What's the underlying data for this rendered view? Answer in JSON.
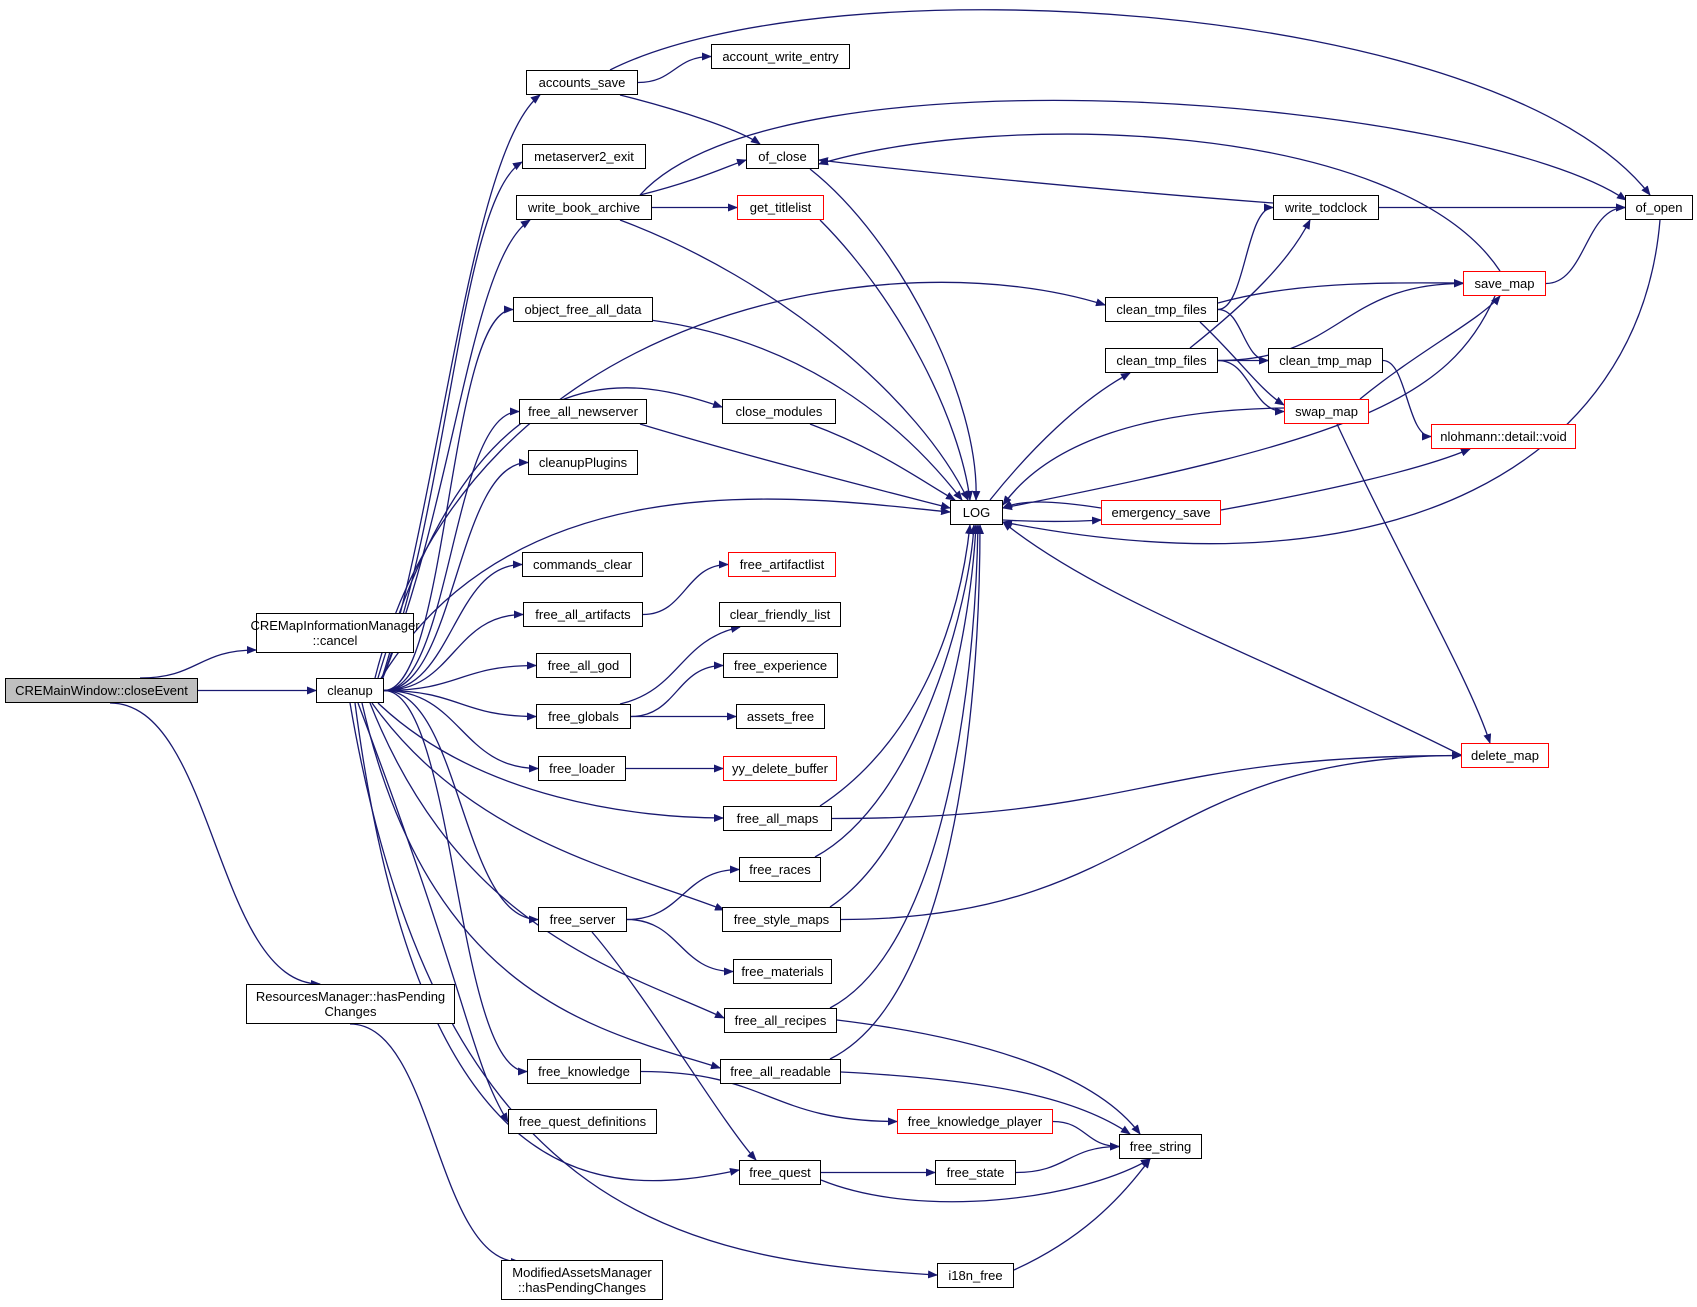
{
  "diagram": {
    "edge_color": "#191970",
    "external_border_color": "#ff0000",
    "root_fill_color": "#bfbfbf",
    "nodes": [
      {
        "id": "closeEvent",
        "lines": [
          "CREMainWindow::closeEvent"
        ],
        "style": "root"
      },
      {
        "id": "cancel",
        "lines": [
          "CREMapInformationManager",
          "::cancel"
        ],
        "style": "normal"
      },
      {
        "id": "cleanup",
        "lines": [
          "cleanup"
        ],
        "style": "normal"
      },
      {
        "id": "hasPendingRes",
        "lines": [
          "ResourcesManager::hasPending",
          "Changes"
        ],
        "style": "normal"
      },
      {
        "id": "hasPendingMod",
        "lines": [
          "ModifiedAssetsManager",
          "::hasPendingChanges"
        ],
        "style": "normal"
      },
      {
        "id": "accounts_save",
        "lines": [
          "accounts_save"
        ],
        "style": "normal"
      },
      {
        "id": "account_write_entry",
        "lines": [
          "account_write_entry"
        ],
        "style": "normal"
      },
      {
        "id": "metaserver2_exit",
        "lines": [
          "metaserver2_exit"
        ],
        "style": "normal"
      },
      {
        "id": "of_close",
        "lines": [
          "of_close"
        ],
        "style": "normal"
      },
      {
        "id": "write_book_archive",
        "lines": [
          "write_book_archive"
        ],
        "style": "normal"
      },
      {
        "id": "get_titlelist",
        "lines": [
          "get_titlelist"
        ],
        "style": "red"
      },
      {
        "id": "object_free_all_data",
        "lines": [
          "object_free_all_data"
        ],
        "style": "normal"
      },
      {
        "id": "free_all_newserver",
        "lines": [
          "free_all_newserver"
        ],
        "style": "normal"
      },
      {
        "id": "close_modules",
        "lines": [
          "close_modules"
        ],
        "style": "normal"
      },
      {
        "id": "cleanupPlugins",
        "lines": [
          "cleanupPlugins"
        ],
        "style": "normal"
      },
      {
        "id": "commands_clear",
        "lines": [
          "commands_clear"
        ],
        "style": "normal"
      },
      {
        "id": "free_all_artifacts",
        "lines": [
          "free_all_artifacts"
        ],
        "style": "normal"
      },
      {
        "id": "free_artifactlist",
        "lines": [
          "free_artifactlist"
        ],
        "style": "red"
      },
      {
        "id": "free_all_god",
        "lines": [
          "free_all_god"
        ],
        "style": "normal"
      },
      {
        "id": "free_globals",
        "lines": [
          "free_globals"
        ],
        "style": "normal"
      },
      {
        "id": "clear_friendly_list",
        "lines": [
          "clear_friendly_list"
        ],
        "style": "normal"
      },
      {
        "id": "free_experience",
        "lines": [
          "free_experience"
        ],
        "style": "normal"
      },
      {
        "id": "assets_free",
        "lines": [
          "assets_free"
        ],
        "style": "normal"
      },
      {
        "id": "free_loader",
        "lines": [
          "free_loader"
        ],
        "style": "normal"
      },
      {
        "id": "yy_delete_buffer",
        "lines": [
          "yy_delete_buffer"
        ],
        "style": "red"
      },
      {
        "id": "free_all_maps",
        "lines": [
          "free_all_maps"
        ],
        "style": "normal"
      },
      {
        "id": "free_races",
        "lines": [
          "free_races"
        ],
        "style": "normal"
      },
      {
        "id": "free_server",
        "lines": [
          "free_server"
        ],
        "style": "normal"
      },
      {
        "id": "free_style_maps",
        "lines": [
          "free_style_maps"
        ],
        "style": "normal"
      },
      {
        "id": "free_materials",
        "lines": [
          "free_materials"
        ],
        "style": "normal"
      },
      {
        "id": "free_all_recipes",
        "lines": [
          "free_all_recipes"
        ],
        "style": "normal"
      },
      {
        "id": "free_knowledge",
        "lines": [
          "free_knowledge"
        ],
        "style": "normal"
      },
      {
        "id": "free_all_readable",
        "lines": [
          "free_all_readable"
        ],
        "style": "normal"
      },
      {
        "id": "free_quest_definitions",
        "lines": [
          "free_quest_definitions"
        ],
        "style": "normal"
      },
      {
        "id": "free_quest",
        "lines": [
          "free_quest"
        ],
        "style": "normal"
      },
      {
        "id": "free_state",
        "lines": [
          "free_state"
        ],
        "style": "normal"
      },
      {
        "id": "free_knowledge_player",
        "lines": [
          "free_knowledge_player"
        ],
        "style": "red"
      },
      {
        "id": "free_string",
        "lines": [
          "free_string"
        ],
        "style": "normal"
      },
      {
        "id": "i18n_free",
        "lines": [
          "i18n_free"
        ],
        "style": "normal"
      },
      {
        "id": "LOG",
        "lines": [
          "LOG"
        ],
        "style": "normal"
      },
      {
        "id": "emergency_save",
        "lines": [
          "emergency_save"
        ],
        "style": "red"
      },
      {
        "id": "clean_tmp_files_1",
        "lines": [
          "clean_tmp_files"
        ],
        "style": "normal"
      },
      {
        "id": "clean_tmp_files_2",
        "lines": [
          "clean_tmp_files"
        ],
        "style": "normal"
      },
      {
        "id": "clean_tmp_map",
        "lines": [
          "clean_tmp_map"
        ],
        "style": "normal"
      },
      {
        "id": "swap_map",
        "lines": [
          "swap_map"
        ],
        "style": "red"
      },
      {
        "id": "write_todclock",
        "lines": [
          "write_todclock"
        ],
        "style": "normal"
      },
      {
        "id": "save_map",
        "lines": [
          "save_map"
        ],
        "style": "red"
      },
      {
        "id": "nlohmann_void",
        "lines": [
          "nlohmann::detail::void"
        ],
        "style": "red"
      },
      {
        "id": "of_open",
        "lines": [
          "of_open"
        ],
        "style": "normal"
      },
      {
        "id": "delete_map",
        "lines": [
          "delete_map"
        ],
        "style": "red"
      }
    ],
    "edges": [
      [
        "closeEvent",
        "cancel"
      ],
      [
        "closeEvent",
        "cleanup"
      ],
      [
        "closeEvent",
        "hasPendingRes"
      ],
      [
        "hasPendingRes",
        "hasPendingMod"
      ],
      [
        "cleanup",
        "accounts_save"
      ],
      [
        "cleanup",
        "metaserver2_exit"
      ],
      [
        "cleanup",
        "write_book_archive"
      ],
      [
        "cleanup",
        "clean_tmp_files_1"
      ],
      [
        "cleanup",
        "object_free_all_data"
      ],
      [
        "cleanup",
        "close_modules"
      ],
      [
        "cleanup",
        "free_all_newserver"
      ],
      [
        "cleanup",
        "cleanupPlugins"
      ],
      [
        "cleanup",
        "LOG"
      ],
      [
        "cleanup",
        "commands_clear"
      ],
      [
        "cleanup",
        "free_all_artifacts"
      ],
      [
        "cleanup",
        "free_all_god"
      ],
      [
        "cleanup",
        "free_globals"
      ],
      [
        "cleanup",
        "free_loader"
      ],
      [
        "cleanup",
        "free_all_maps"
      ],
      [
        "cleanup",
        "free_server"
      ],
      [
        "cleanup",
        "free_style_maps"
      ],
      [
        "cleanup",
        "free_all_recipes"
      ],
      [
        "cleanup",
        "free_all_readable"
      ],
      [
        "cleanup",
        "free_knowledge"
      ],
      [
        "cleanup",
        "free_quest_definitions"
      ],
      [
        "cleanup",
        "free_quest"
      ],
      [
        "cleanup",
        "i18n_free"
      ],
      [
        "accounts_save",
        "account_write_entry"
      ],
      [
        "accounts_save",
        "of_close"
      ],
      [
        "accounts_save",
        "of_open"
      ],
      [
        "write_book_archive",
        "of_close"
      ],
      [
        "write_book_archive",
        "get_titlelist"
      ],
      [
        "write_book_archive",
        "LOG"
      ],
      [
        "write_book_archive",
        "of_open"
      ],
      [
        "get_titlelist",
        "LOG"
      ],
      [
        "of_close",
        "LOG"
      ],
      [
        "object_free_all_data",
        "LOG"
      ],
      [
        "free_all_newserver",
        "LOG"
      ],
      [
        "close_modules",
        "LOG"
      ],
      [
        "free_all_artifacts",
        "free_artifactlist"
      ],
      [
        "free_globals",
        "clear_friendly_list"
      ],
      [
        "free_globals",
        "free_experience"
      ],
      [
        "free_globals",
        "assets_free"
      ],
      [
        "free_loader",
        "yy_delete_buffer"
      ],
      [
        "free_all_maps",
        "LOG"
      ],
      [
        "free_all_maps",
        "delete_map"
      ],
      [
        "free_races",
        "LOG"
      ],
      [
        "free_server",
        "free_races"
      ],
      [
        "free_server",
        "free_materials"
      ],
      [
        "free_server",
        "free_quest"
      ],
      [
        "free_style_maps",
        "LOG"
      ],
      [
        "free_style_maps",
        "delete_map"
      ],
      [
        "free_all_recipes",
        "LOG"
      ],
      [
        "free_all_recipes",
        "free_string"
      ],
      [
        "free_all_readable",
        "LOG"
      ],
      [
        "free_all_readable",
        "free_string"
      ],
      [
        "free_knowledge",
        "free_knowledge_player"
      ],
      [
        "free_knowledge_player",
        "free_string"
      ],
      [
        "free_quest",
        "free_state"
      ],
      [
        "free_quest",
        "free_string"
      ],
      [
        "free_state",
        "free_string"
      ],
      [
        "i18n_free",
        "free_string"
      ],
      [
        "LOG",
        "clean_tmp_files_2"
      ],
      [
        "LOG",
        "emergency_save"
      ],
      [
        "emergency_save",
        "LOG"
      ],
      [
        "emergency_save",
        "nlohmann_void"
      ],
      [
        "clean_tmp_files_1",
        "write_todclock"
      ],
      [
        "clean_tmp_files_1",
        "save_map"
      ],
      [
        "clean_tmp_files_1",
        "clean_tmp_map"
      ],
      [
        "clean_tmp_files_1",
        "swap_map"
      ],
      [
        "clean_tmp_files_2",
        "write_todclock"
      ],
      [
        "clean_tmp_files_2",
        "save_map"
      ],
      [
        "clean_tmp_files_2",
        "clean_tmp_map"
      ],
      [
        "clean_tmp_files_2",
        "swap_map"
      ],
      [
        "clean_tmp_map",
        "nlohmann_void"
      ],
      [
        "swap_map",
        "LOG"
      ],
      [
        "swap_map",
        "save_map"
      ],
      [
        "swap_map",
        "delete_map"
      ],
      [
        "write_todclock",
        "of_close"
      ],
      [
        "write_todclock",
        "of_open"
      ],
      [
        "save_map",
        "of_close"
      ],
      [
        "save_map",
        "of_open"
      ],
      [
        "save_map",
        "LOG"
      ],
      [
        "of_open",
        "LOG"
      ],
      [
        "delete_map",
        "LOG"
      ]
    ]
  }
}
